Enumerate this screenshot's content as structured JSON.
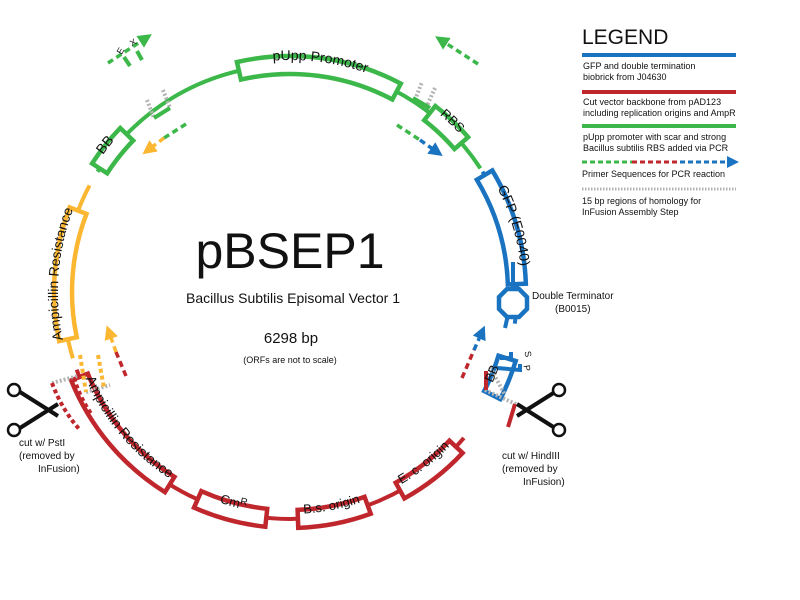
{
  "plasmid": {
    "name": "pBSEP1",
    "subtitle": "Bacillus Subtilis Episomal Vector 1",
    "size": "6298 bp",
    "note": "(ORFs are not to scale)"
  },
  "colors": {
    "gfp_blue": "#1a73c0",
    "backbone_red": "#c0272d",
    "promoter_green": "#3cb84a",
    "ampr_orange": "#fbb731",
    "homology_gray": "#b3b3b3"
  },
  "features": {
    "bb_left": "BB",
    "bb_right": "BB",
    "promoter": "pUpp Promoter",
    "rbs": "RBS",
    "gfp": "GFP (E0040)",
    "terminator": "Double Terminator",
    "terminator_id": "(B0015)",
    "ec_origin": "E. c. origin",
    "bs_origin": "B.s. origin",
    "cmr": "Cm",
    "cmr_sup": "R",
    "amp_red": "Ampicillin Resistance",
    "amp_orange": "Ampicillin Resistance",
    "site_e": "E",
    "site_x": "X",
    "site_s": "S",
    "site_p": "P"
  },
  "cuts": {
    "left": [
      "cut w/ PstI",
      "(removed by",
      "InFusion)"
    ],
    "right": [
      "cut w/ HindIII",
      "(removed by",
      "InFusion)"
    ]
  },
  "legend": {
    "title": "LEGEND",
    "items": [
      {
        "lines": [
          "GFP and double termination",
          "biobrick from J04630"
        ]
      },
      {
        "lines": [
          "Cut vector backbone from pAD123",
          "including replication origins and AmpR"
        ]
      },
      {
        "lines": [
          "pUpp promoter with scar and strong",
          "Bacillus subtilis RBS added via PCR"
        ]
      },
      {
        "lines": [
          "Primer Sequences for PCR reaction"
        ]
      },
      {
        "lines": [
          "15 bp regions of homology for",
          "InFusion Assembly Step"
        ]
      }
    ]
  }
}
